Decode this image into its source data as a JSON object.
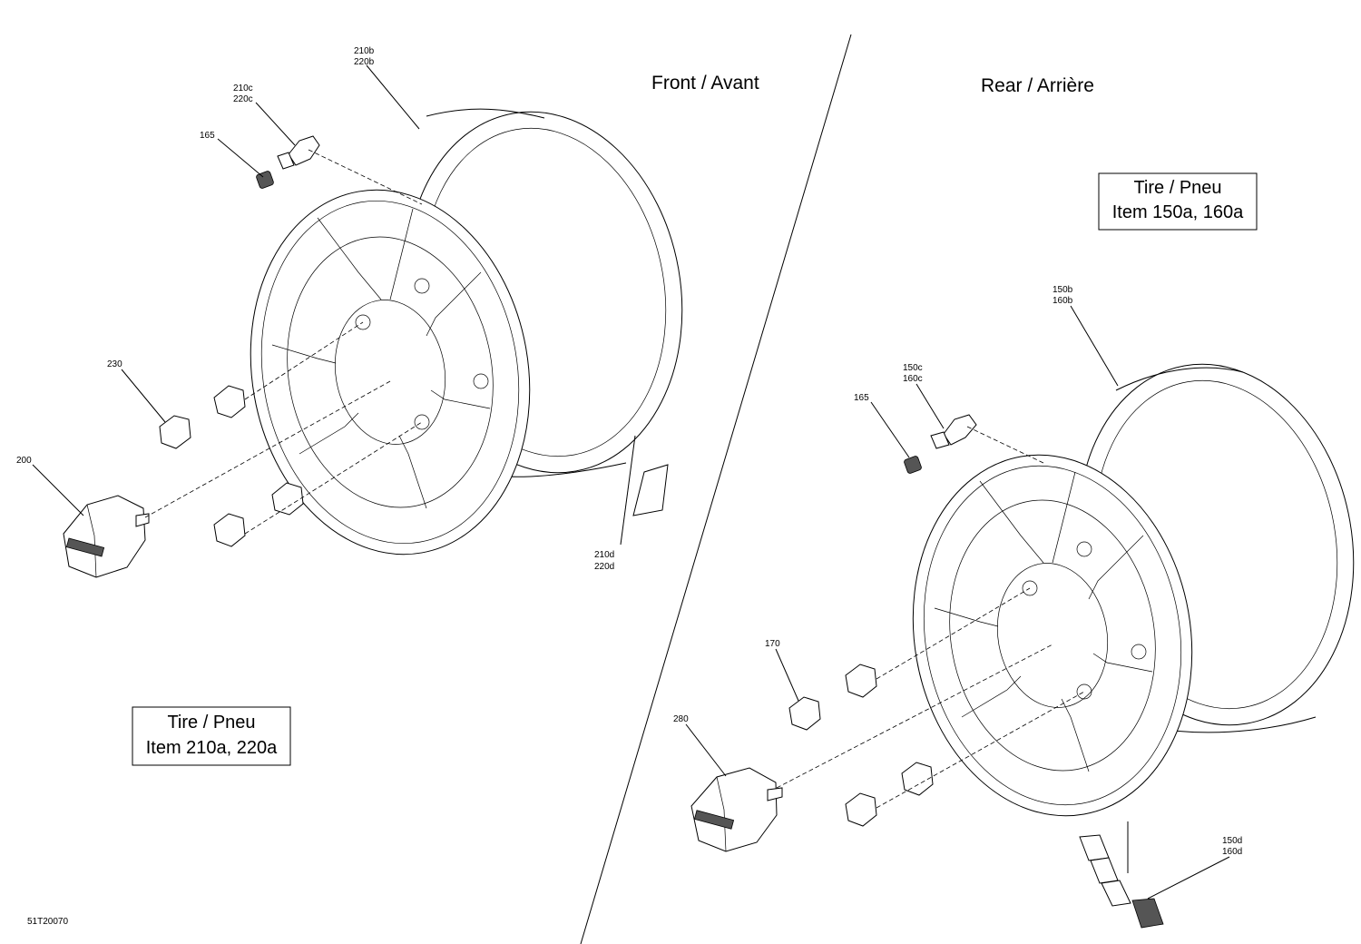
{
  "titles": {
    "front": "Front / Avant",
    "rear": "Rear / Arrière"
  },
  "boxes": {
    "front_tire": {
      "line1": "Tire / Pneu",
      "line2": "Item 210a, 220a"
    },
    "rear_tire": {
      "line1": "Tire / Pneu",
      "line2": "Item 150a, 160a"
    }
  },
  "callouts": {
    "c210b": "210b",
    "c220b": "220b",
    "c210c": "210c",
    "c220c": "220c",
    "c165_front": "165",
    "c230": "230",
    "c200": "200",
    "c210d": "210d",
    "c220d": "220d",
    "c150b": "150b",
    "c160b": "160b",
    "c150c": "150c",
    "c160c": "160c",
    "c165_rear": "165",
    "c170": "170",
    "c280": "280",
    "c150d": "150d",
    "c160d": "160d"
  },
  "figure_id": "51T20070"
}
